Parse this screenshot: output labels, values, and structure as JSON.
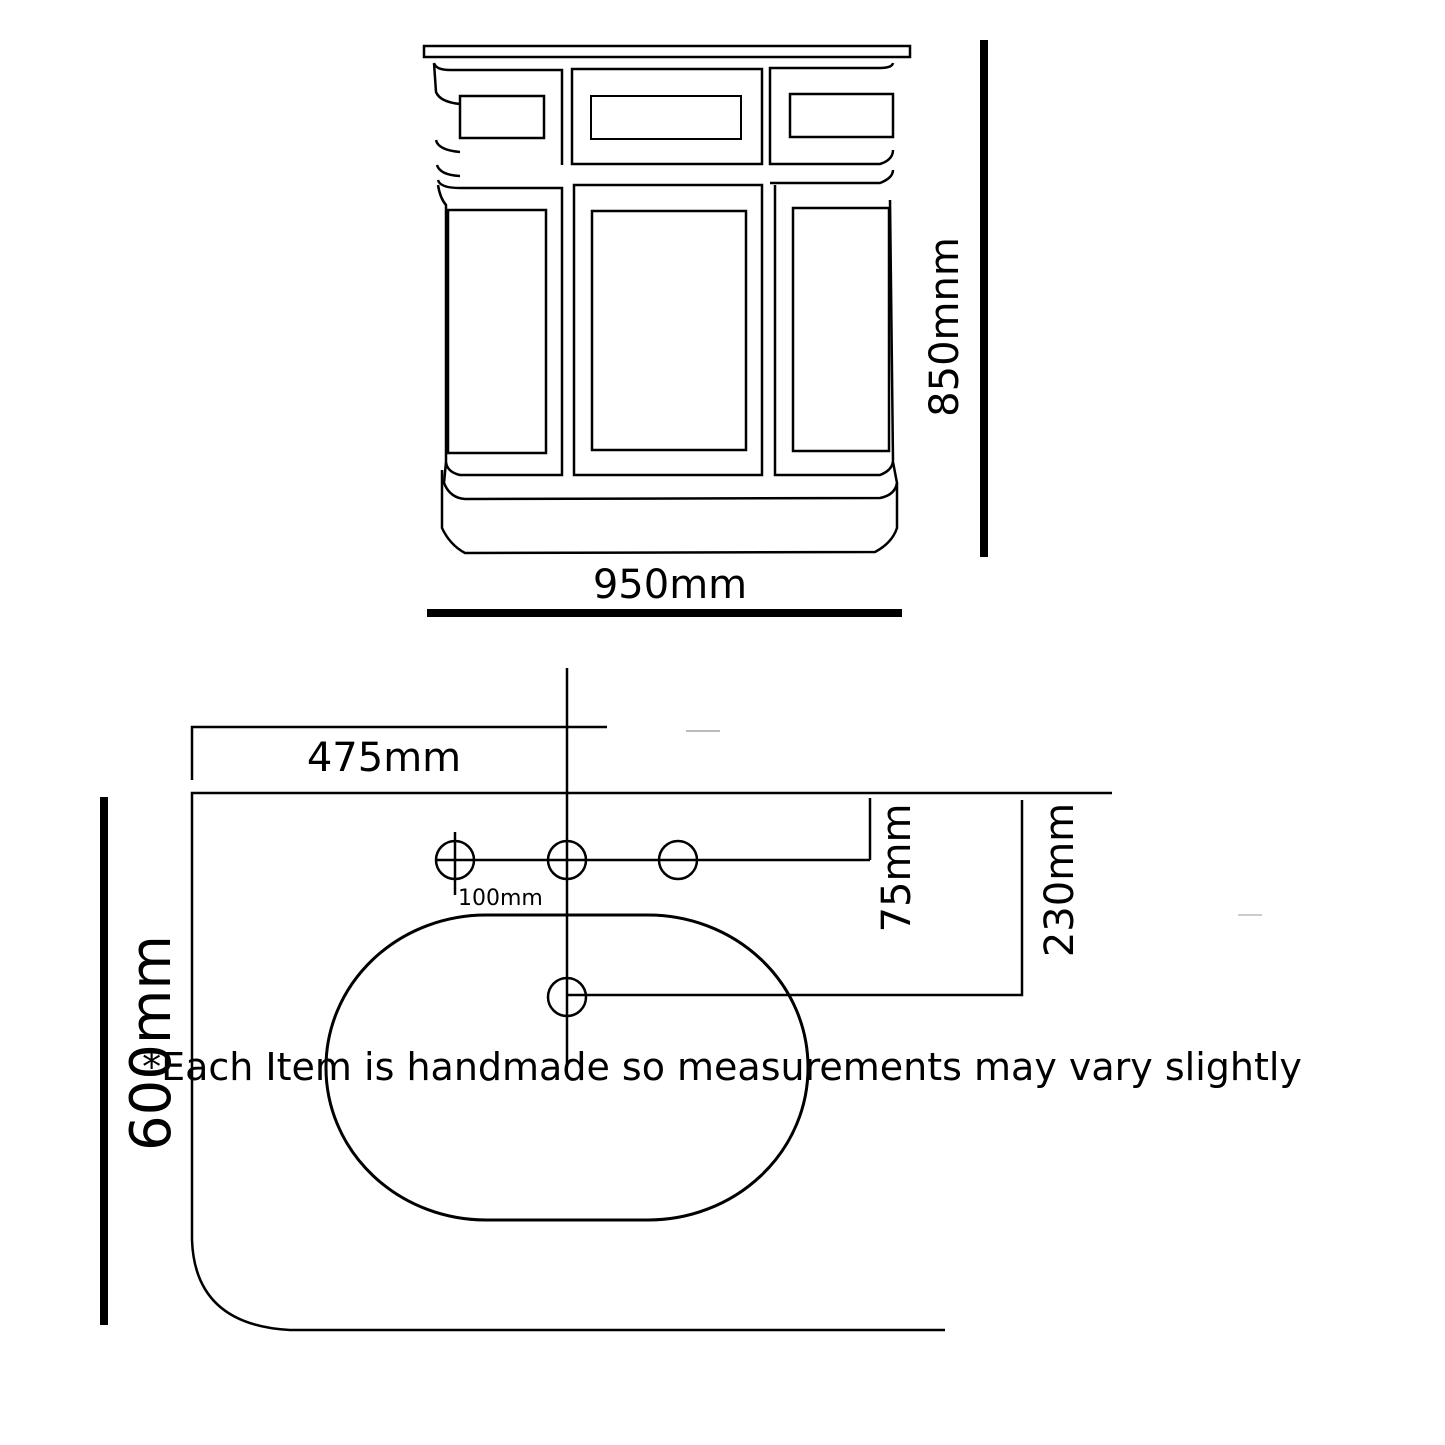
{
  "front_view": {
    "height_label": "850mnm",
    "width_label": "950mm"
  },
  "plan_view": {
    "center_offset_label": "475mm",
    "tap_spacing_label": "100mm",
    "tap_depth_label": "75mm",
    "waste_depth_label": "230mm",
    "depth_label": "600mm"
  },
  "footer": {
    "note": "*Each Item is handmade so measurements may vary slightly"
  },
  "colors": {
    "line": "#000000",
    "background": "#ffffff"
  }
}
